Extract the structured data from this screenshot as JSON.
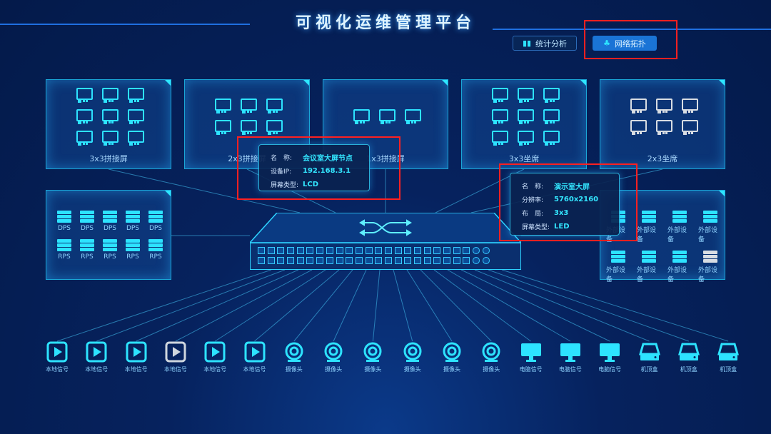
{
  "header": {
    "title": "可视化运维管理平台",
    "buttons": [
      {
        "label": "统计分析",
        "icon": "bar-chart-icon"
      },
      {
        "label": "网络拓扑",
        "icon": "topology-icon",
        "active": true
      }
    ]
  },
  "top_panels": [
    {
      "label": "3x3拼接屏",
      "rows": 3,
      "cols": 3,
      "color": "#2de3ff"
    },
    {
      "label": "2x3拼接屏",
      "rows": 2,
      "cols": 3,
      "color": "#2de3ff"
    },
    {
      "label": "1x3拼接屏",
      "rows": 1,
      "cols": 3,
      "color": "#2de3ff"
    },
    {
      "label": "3x3坐席",
      "rows": 3,
      "cols": 3,
      "color": "#2de3ff"
    },
    {
      "label": "2x3坐席",
      "rows": 2,
      "cols": 3,
      "color": "#d8dde3"
    }
  ],
  "left_panel": {
    "items": [
      "DPS",
      "DPS",
      "DPS",
      "DPS",
      "DPS",
      "RPS",
      "RPS",
      "RPS",
      "RPS",
      "RPS"
    ]
  },
  "right_panel": {
    "items": [
      "外部设备",
      "外部设备",
      "外部设备",
      "外部设备",
      "外部设备",
      "外部设备",
      "外部设备",
      "外部设备"
    ],
    "inactive_index": 7
  },
  "tooltips": [
    {
      "rows": [
        {
          "k": "名　称:",
          "v": "会议室大屏节点"
        },
        {
          "k": "设备IP:",
          "v": "192.168.3.1"
        },
        {
          "k": "屏幕类型:",
          "v": "LCD"
        }
      ]
    },
    {
      "rows": [
        {
          "k": "名　称:",
          "v": "演示室大屏"
        },
        {
          "k": "分辨率:",
          "v": "5760x2160"
        },
        {
          "k": "布　局:",
          "v": "3x3"
        },
        {
          "k": "屏幕类型:",
          "v": "LED"
        }
      ]
    }
  ],
  "devices": [
    {
      "label": "本地信号",
      "type": "play"
    },
    {
      "label": "本地信号",
      "type": "play"
    },
    {
      "label": "本地信号",
      "type": "play"
    },
    {
      "label": "本地信号",
      "type": "play",
      "inactive": true
    },
    {
      "label": "本地信号",
      "type": "play"
    },
    {
      "label": "本地信号",
      "type": "play"
    },
    {
      "label": "摄像头",
      "type": "camera"
    },
    {
      "label": "摄像头",
      "type": "camera"
    },
    {
      "label": "摄像头",
      "type": "camera"
    },
    {
      "label": "摄像头",
      "type": "camera"
    },
    {
      "label": "摄像头",
      "type": "camera"
    },
    {
      "label": "摄像头",
      "type": "camera"
    },
    {
      "label": "电脑信号",
      "type": "pc"
    },
    {
      "label": "电脑信号",
      "type": "pc"
    },
    {
      "label": "电脑信号",
      "type": "pc"
    },
    {
      "label": "机顶盒",
      "type": "stb"
    },
    {
      "label": "机顶盒",
      "type": "stb"
    },
    {
      "label": "机顶盒",
      "type": "stb"
    }
  ]
}
